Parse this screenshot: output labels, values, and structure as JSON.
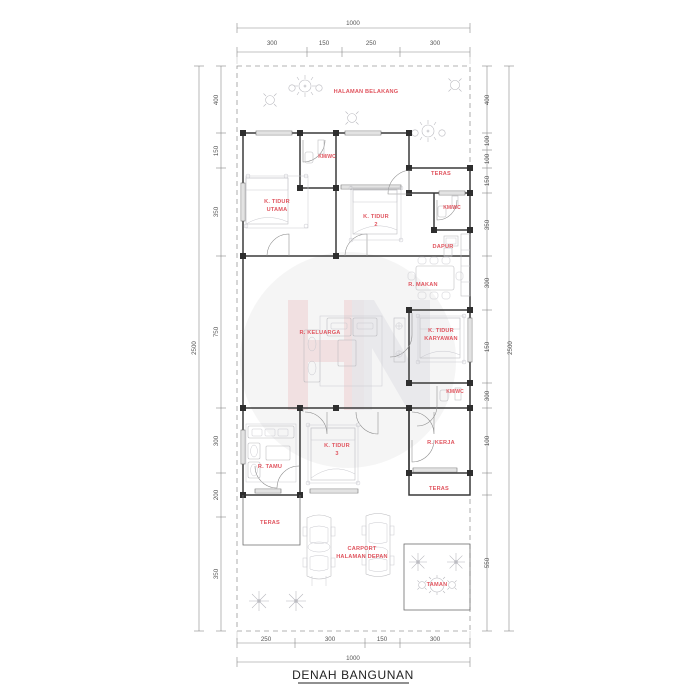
{
  "drawing": {
    "title": "DENAH BANGUNAN",
    "accent_color": "#e0555f",
    "wall_color": "#3a3a3a",
    "dim_color": "#555555",
    "watermark": "HN"
  },
  "dimensions": {
    "top": {
      "total": "1000",
      "segments": [
        "300",
        "150",
        "250",
        "300"
      ]
    },
    "bottom": {
      "total": "1000",
      "segments": [
        "250",
        "300",
        "150",
        "300"
      ]
    },
    "left": {
      "total": "2500",
      "segments": [
        "400",
        "150",
        "350",
        "750",
        "300",
        "200",
        "350"
      ]
    },
    "right": {
      "total": "2500",
      "segments": [
        "400",
        "100",
        "100",
        "150",
        "350",
        "300",
        "150",
        "300",
        "100",
        "550"
      ]
    }
  },
  "rooms": [
    {
      "id": "halaman-belakang",
      "label": "HALAMAN BELAKANG"
    },
    {
      "id": "kamar-mandi-utama",
      "label": "KM/WC"
    },
    {
      "id": "kamar-tidur-utama",
      "label": "K. TIDUR",
      "label2": "UTAMA"
    },
    {
      "id": "kamar-tidur-2",
      "label": "K. TIDUR",
      "label2": "2"
    },
    {
      "id": "teras-belakang",
      "label": "TERAS"
    },
    {
      "id": "kamar-mandi-2",
      "label": "KM/WC"
    },
    {
      "id": "dapur",
      "label": "DAPUR"
    },
    {
      "id": "ruang-makan",
      "label": "R. MAKAN"
    },
    {
      "id": "ruang-keluarga",
      "label": "R. KELUARGA"
    },
    {
      "id": "kamar-tidur-karyawan",
      "label": "K. TIDUR",
      "label2": "KARYAWAN"
    },
    {
      "id": "kamar-mandi-3",
      "label": "KM/WC"
    },
    {
      "id": "ruang-tamu",
      "label": "R. TAMU"
    },
    {
      "id": "kamar-tidur-3",
      "label": "K. TIDUR",
      "label2": "3"
    },
    {
      "id": "ruang-kerja",
      "label": "R. KERJA"
    },
    {
      "id": "teras-kanan",
      "label": "TERAS"
    },
    {
      "id": "teras-depan",
      "label": "TERAS"
    },
    {
      "id": "carport",
      "label": "CARPORT",
      "label2": "HALAMAN DEPAN"
    },
    {
      "id": "taman",
      "label": "TAMAN"
    }
  ]
}
